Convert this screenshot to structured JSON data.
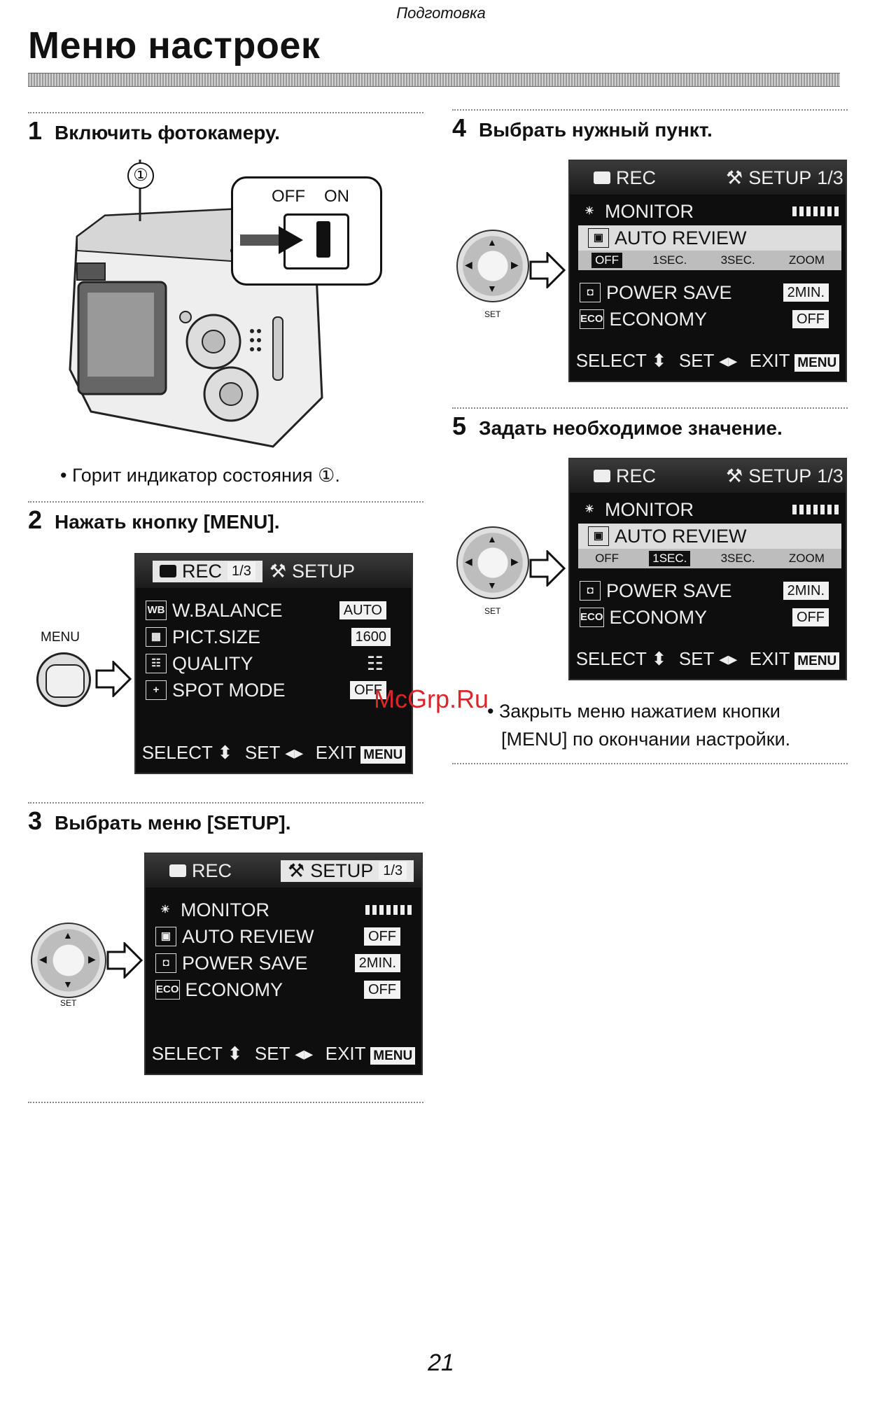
{
  "header": {
    "section": "Подготовка"
  },
  "title": "Меню настроек",
  "steps": [
    {
      "num": "1",
      "text": "Включить фотокамеру."
    },
    {
      "num": "2",
      "text": "Нажать кнопку [MENU]."
    },
    {
      "num": "3",
      "text": "Выбрать меню [SETUP]."
    },
    {
      "num": "4",
      "text": "Выбрать нужный пункт."
    },
    {
      "num": "5",
      "text": "Задать необходимое значение."
    }
  ],
  "camera": {
    "callout": "①",
    "switch_off": "OFF",
    "switch_on": "ON"
  },
  "notes": {
    "status_lamp": "• Горит индикатор состояния ①.",
    "close_menu_1": "• Закрыть меню нажатием кнопки",
    "close_menu_2": "[MENU] по окончании настройки."
  },
  "menu_button_label": "MENU",
  "dial_label": "SET",
  "watermark": "McGrp.Ru",
  "screens": {
    "rec": {
      "tab_rec": "REC",
      "tab_page": "1/3",
      "tab_setup": "SETUP",
      "items": [
        {
          "icon": "WB",
          "label": "W.BALANCE",
          "value": "AUTO"
        },
        {
          "icon": "▦",
          "label": "PICT.SIZE",
          "value": "1600"
        },
        {
          "icon": "☷",
          "label": "QUALITY",
          "value": "☷"
        },
        {
          "icon": "+",
          "label": "SPOT MODE",
          "value": "OFF"
        }
      ]
    },
    "setup": {
      "tab_rec": "REC",
      "tab_setup": "SETUP",
      "tab_page": "1/3",
      "items": [
        {
          "icon": "☀",
          "label": "MONITOR",
          "value": ""
        },
        {
          "icon": "▣",
          "label": "AUTO REVIEW",
          "value": "OFF"
        },
        {
          "icon": "◘",
          "label": "POWER SAVE",
          "value": "2MIN."
        },
        {
          "icon": "ECO",
          "label": "ECONOMY",
          "value": "OFF"
        }
      ],
      "options": [
        "OFF",
        "1SEC.",
        "3SEC.",
        "ZOOM"
      ]
    },
    "footer": {
      "select": "SELECT",
      "set": "SET",
      "exit": "EXIT",
      "menu": "MENU"
    }
  },
  "page_number": "21"
}
